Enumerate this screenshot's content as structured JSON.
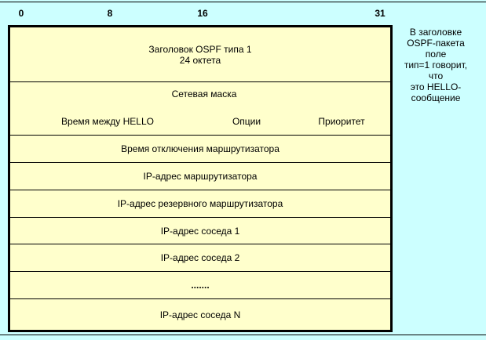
{
  "bit_scale": [
    "0",
    "8",
    "16",
    "31"
  ],
  "rows": {
    "header_line1": "Заголовок OSPF типа 1",
    "header_line2": "24 октета",
    "netmask": "Сетевая маска",
    "hello_interval": "Время между HELLO",
    "options": "Опции",
    "priority": "Приоритет",
    "dead_interval": "Время отключения маршрутизатора",
    "router_ip": "IP-адрес маршрутизатора",
    "backup_router_ip": "IP-адрес резервного маршрутизатора",
    "neighbor_1": "IP-адрес соседа 1",
    "neighbor_2": "IP-адрес соседа 2",
    "ellipsis": ".......",
    "neighbor_n": "IP-адрес соседа N"
  },
  "note": [
    "В заголовке",
    "OSPF-пакета",
    "поле",
    "тип=1 говорит,",
    "что",
    "это HELLO-",
    "сообщение"
  ]
}
